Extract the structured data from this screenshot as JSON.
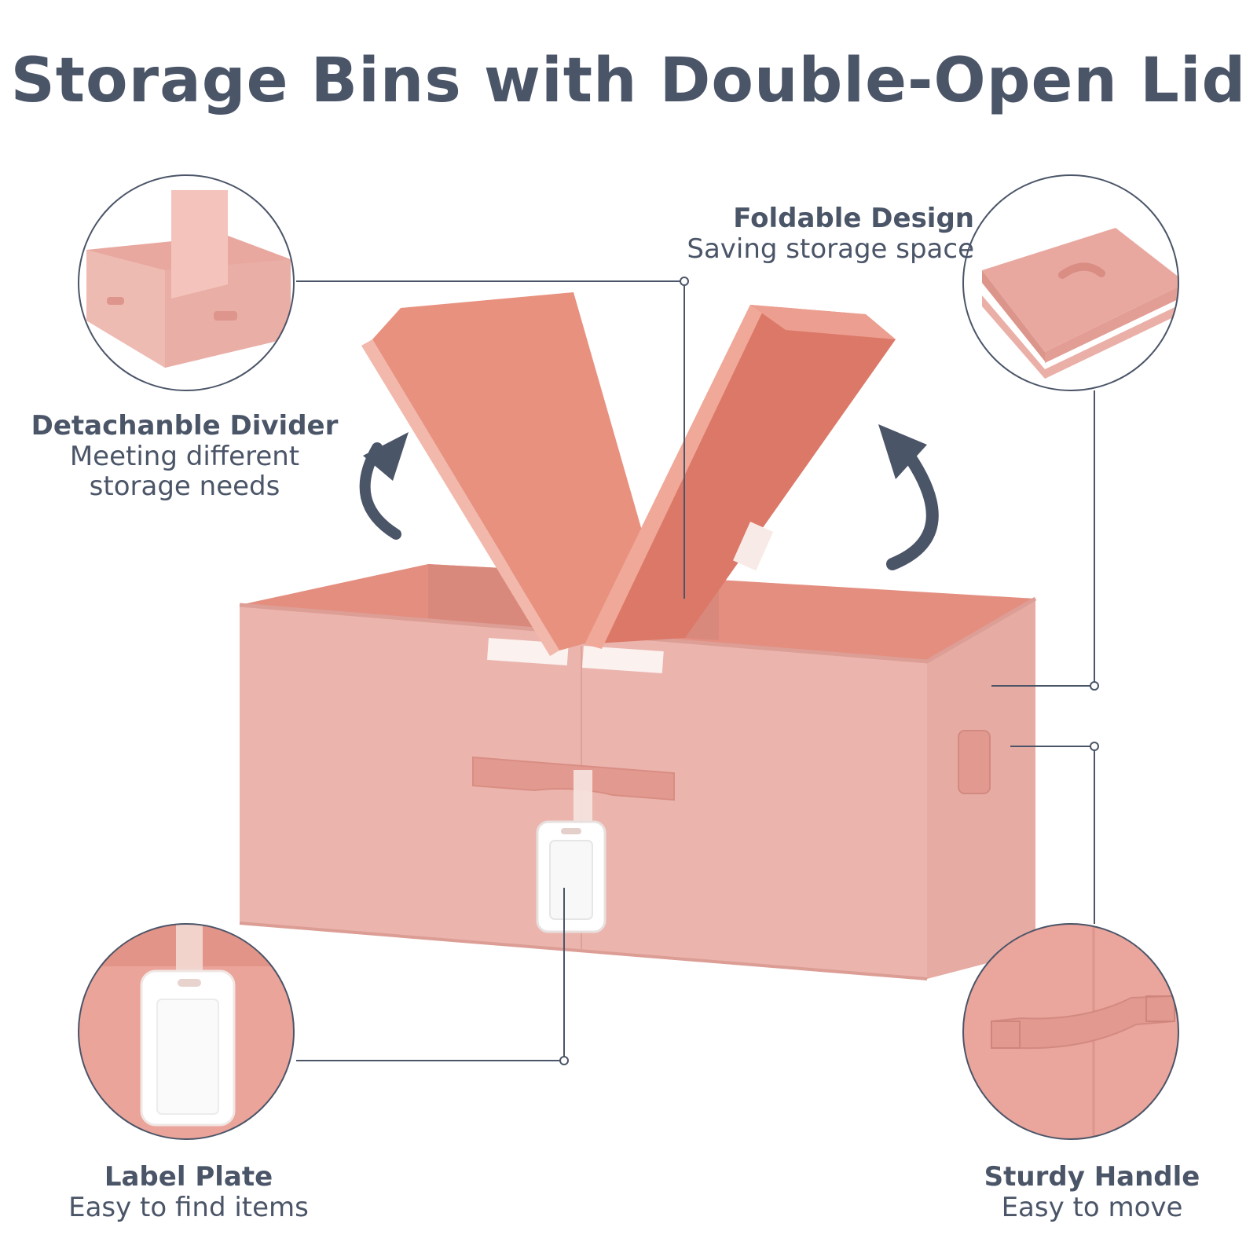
{
  "title": "Storage Bins with Double-Open Lid",
  "features": {
    "divider": {
      "heading": "Detachanble Divider",
      "line1": "Meeting different",
      "line2": "storage needs"
    },
    "foldable": {
      "heading": "Foldable Design",
      "line1": "Saving storage space"
    },
    "label": {
      "heading": "Label Plate",
      "line1": "Easy to find items"
    },
    "handle": {
      "heading": "Sturdy Handle",
      "line1": "Easy to move"
    }
  },
  "colors": {
    "text": "#4b5568",
    "bin_front": "#ebb5ae",
    "bin_side": "#e6aca4",
    "bin_inside": "#e48e80",
    "lid": "#e8917f",
    "lid_inner": "#de7a69",
    "tag": "#ffffff",
    "arrow": "#4b5568",
    "circle_border": "#4b5568"
  },
  "icons": [
    "curved-arrow-left-icon",
    "curved-arrow-right-icon"
  ]
}
